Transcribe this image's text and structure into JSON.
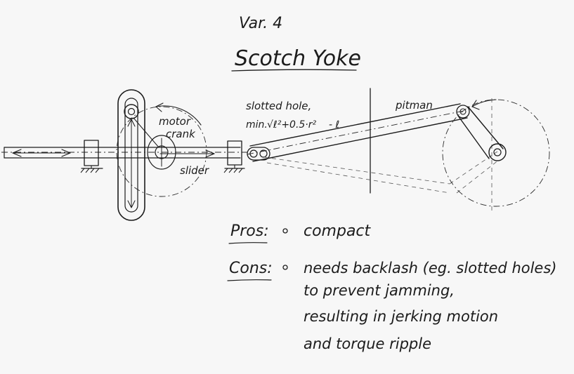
{
  "sheet": {
    "variant": "Var. 4",
    "title": "Scotch Yoke"
  },
  "labels": {
    "motor_line1": "motor",
    "motor_line2": "crank",
    "slider": "slider",
    "slotted_line1": "slotted hole,",
    "slotted_prefix": "min.",
    "slotted_formula": "√ℓ²+0.5·r²",
    "slotted_suffix": "- ℓ",
    "pitman": "pitman"
  },
  "notes": {
    "pros_label": "Pros:",
    "pros_items": [
      "compact"
    ],
    "cons_label": "Cons:",
    "cons_line1": "needs backlash (eg. slotted holes)",
    "cons_line2": "to prevent jamming,",
    "cons_line3": "resulting in jerking motion",
    "cons_line4": "and torque ripple"
  },
  "colors": {
    "paper": "#f7f7f7",
    "ink": "#1c1c1c"
  }
}
